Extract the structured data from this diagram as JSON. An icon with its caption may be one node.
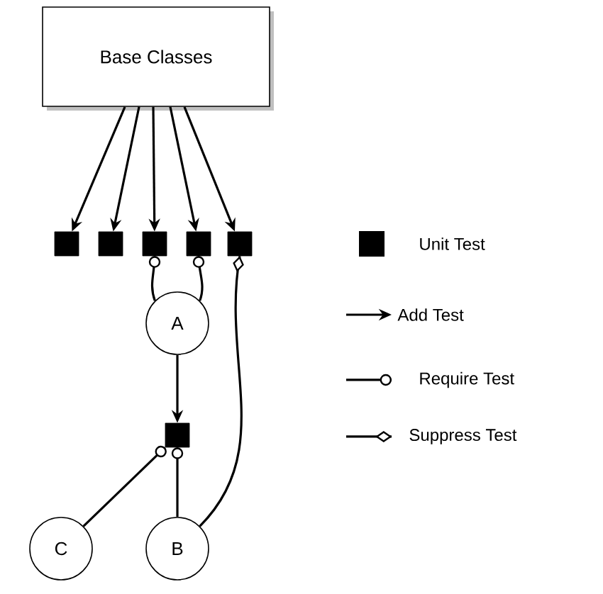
{
  "diagram": {
    "nodes": [
      {
        "text": [
          "Base Classes"
        ]
      },
      {
        "text": [],
        "shape": "box"
      },
      {
        "text": [],
        "shape": "box"
      },
      {
        "text": [],
        "shape": "box"
      },
      {
        "text": [],
        "shape": "box"
      },
      {
        "text": [],
        "shape": "box"
      },
      {
        "text": [
          "A"
        ]
      },
      {
        "text": [],
        "shape": "box"
      },
      {
        "text": [
          "C"
        ]
      },
      {
        "text": [
          "B"
        ]
      }
    ],
    "edges": [
      {
        "from": 0,
        "to": 1,
        "arrow": "to"
      },
      {
        "from": 0,
        "to": 2,
        "arrow": "to"
      },
      {
        "from": 0,
        "to": 3,
        "arrow": "to"
      },
      {
        "from": 0,
        "to": 4,
        "arrow": "to"
      },
      {
        "from": 0,
        "to": 5,
        "arrow": "to"
      },
      {
        "from": 6,
        "to": 3,
        "arrow": "other"
      },
      {
        "from": 6,
        "to": 4,
        "arrow": "other"
      },
      {
        "from": 9,
        "to": 5,
        "arrow": "other"
      },
      {
        "from": 6,
        "to": 7,
        "arrow": "to"
      },
      {
        "from": 8,
        "to": 7,
        "arrow": "other"
      },
      {
        "from": 9,
        "to": 7,
        "arrow": "other"
      }
    ],
    "legend": [
      {
        "text": "Unit Test"
      },
      {
        "text": "Add Test"
      },
      {
        "text": "Require Test"
      },
      {
        "text": "Suppress Test"
      }
    ]
  }
}
